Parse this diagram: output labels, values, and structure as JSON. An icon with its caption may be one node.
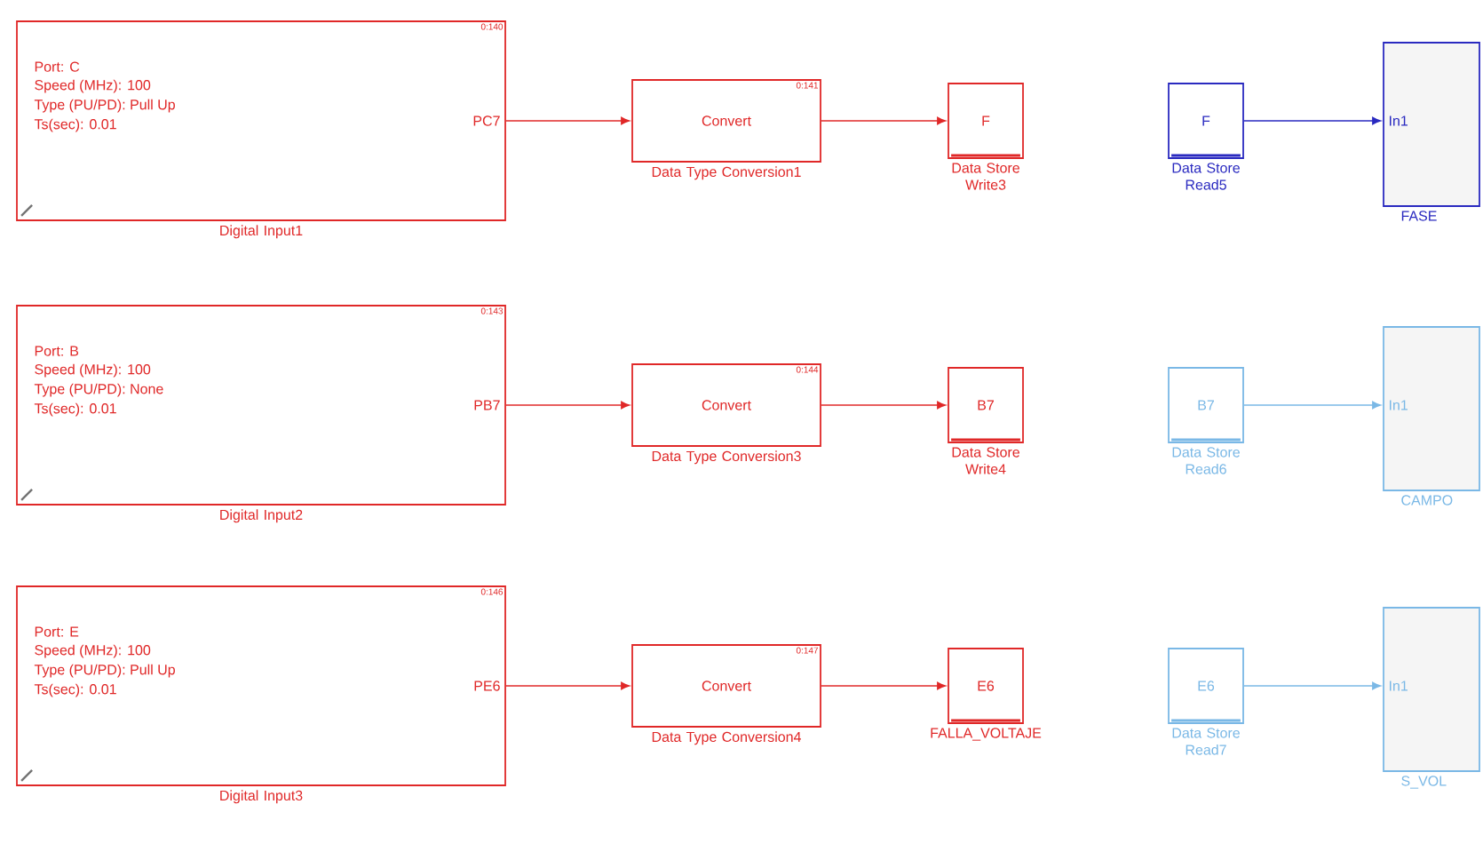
{
  "diagram": {
    "nodes": [
      {
        "text": [
          "0:140",
          "Port: C",
          "Speed (MHz): 100",
          "Type (PU/PD): Pull Up",
          "Ts(sec): 0.01",
          "PC7"
        ],
        "beside": [
          "Digital Input1"
        ]
      },
      {
        "text": [
          "0:141",
          "Convert"
        ],
        "beside": [
          "Data Type Conversion1"
        ]
      },
      {
        "text": [
          "F"
        ],
        "beside": [
          "Data Store Write3"
        ]
      },
      {
        "text": [
          "F"
        ],
        "beside": [
          "Data Store Read5"
        ]
      },
      {
        "text": [
          "In1"
        ],
        "beside": [
          "FASE"
        ]
      },
      {
        "text": [
          "0:143",
          "Port: B",
          "Speed (MHz): 100",
          "Type (PU/PD): None",
          "Ts(sec): 0.01",
          "PB7"
        ],
        "beside": [
          "Digital Input2"
        ]
      },
      {
        "text": [
          "0:144",
          "Convert"
        ],
        "beside": [
          "Data Type Conversion3"
        ]
      },
      {
        "text": [
          "B7"
        ],
        "beside": [
          "Data Store Write4"
        ]
      },
      {
        "text": [
          "B7"
        ],
        "beside": [
          "Data Store Read6"
        ]
      },
      {
        "text": [
          "In1"
        ],
        "beside": [
          "CAMPO"
        ]
      },
      {
        "text": [
          "0:146",
          "Port: E",
          "Speed (MHz): 100",
          "Type (PU/PD): Pull Up",
          "Ts(sec): 0.01",
          "PE6"
        ],
        "beside": [
          "Digital Input3"
        ]
      },
      {
        "text": [
          "0:147",
          "Convert"
        ],
        "beside": [
          "Data Type Conversion4"
        ]
      },
      {
        "text": [
          "E6"
        ],
        "beside": [
          "FALLA_VOLTAJE"
        ]
      },
      {
        "text": [
          "E6"
        ],
        "beside": [
          "Data Store Read7"
        ]
      },
      {
        "text": [
          "In1"
        ],
        "beside": [
          "S_VOL"
        ]
      }
    ],
    "edges": [
      {
        "from": 0,
        "to": 1,
        "arrow": "to"
      },
      {
        "from": 1,
        "to": 2,
        "arrow": "to"
      },
      {
        "from": 3,
        "to": 4,
        "arrow": "to",
        "color": "#2a2ac0"
      },
      {
        "from": 5,
        "to": 6,
        "arrow": "to"
      },
      {
        "from": 6,
        "to": 7,
        "arrow": "to"
      },
      {
        "from": 8,
        "to": 9,
        "arrow": "to",
        "color": "#7ab8e6"
      },
      {
        "from": 10,
        "to": 11,
        "arrow": "to"
      },
      {
        "from": 11,
        "to": 12,
        "arrow": "to"
      },
      {
        "from": 13,
        "to": 14,
        "arrow": "to",
        "color": "#7ab8e6"
      }
    ]
  }
}
